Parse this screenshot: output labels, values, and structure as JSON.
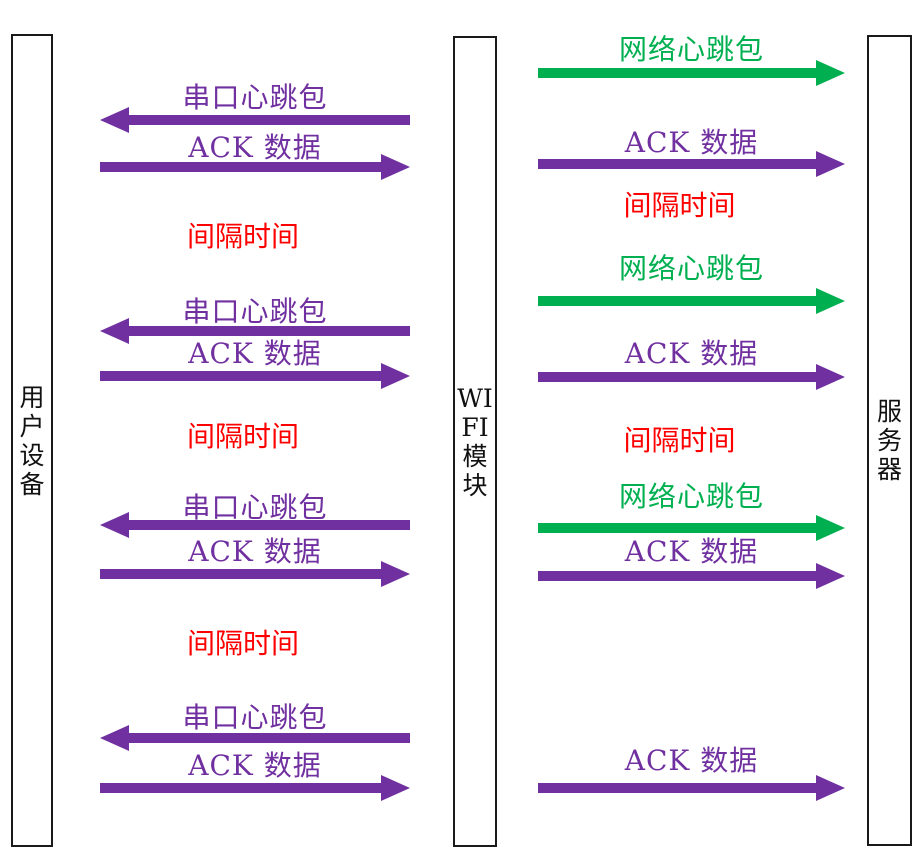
{
  "colors": {
    "purple": "#7030A0",
    "green": "#00B050",
    "red": "#FF0000",
    "line": "#1A1A1A"
  },
  "lifelines": {
    "user_device": {
      "label": "用户设备",
      "lines": [
        "用",
        "户",
        "设",
        "备"
      ]
    },
    "wifi_module": {
      "label": "WIFI模块",
      "lines": [
        "WI",
        "FI",
        "模",
        "块"
      ]
    },
    "server": {
      "label": "服务器",
      "lines": [
        "服",
        "务",
        "器"
      ]
    }
  },
  "left_channel": {
    "items": [
      {
        "label": "串口心跳包",
        "type": "message",
        "direction": "left",
        "color": "purple"
      },
      {
        "label": "ACK 数据",
        "type": "message",
        "direction": "right",
        "color": "purple"
      },
      {
        "label": "间隔时间",
        "type": "interval",
        "color": "red"
      },
      {
        "label": "串口心跳包",
        "type": "message",
        "direction": "left",
        "color": "purple"
      },
      {
        "label": "ACK 数据",
        "type": "message",
        "direction": "right",
        "color": "purple"
      },
      {
        "label": "间隔时间",
        "type": "interval",
        "color": "red"
      },
      {
        "label": "串口心跳包",
        "type": "message",
        "direction": "left",
        "color": "purple"
      },
      {
        "label": "ACK 数据",
        "type": "message",
        "direction": "right",
        "color": "purple"
      },
      {
        "label": "间隔时间",
        "type": "interval",
        "color": "red"
      },
      {
        "label": "串口心跳包",
        "type": "message",
        "direction": "left",
        "color": "purple"
      },
      {
        "label": "ACK 数据",
        "type": "message",
        "direction": "right",
        "color": "purple"
      }
    ]
  },
  "right_channel": {
    "items": [
      {
        "label": "网络心跳包",
        "type": "message",
        "direction": "right",
        "color": "green"
      },
      {
        "label": "ACK 数据",
        "type": "message",
        "direction": "right",
        "color": "purple"
      },
      {
        "label": "间隔时间",
        "type": "interval",
        "color": "red"
      },
      {
        "label": "网络心跳包",
        "type": "message",
        "direction": "right",
        "color": "green"
      },
      {
        "label": "ACK 数据",
        "type": "message",
        "direction": "right",
        "color": "purple"
      },
      {
        "label": "间隔时间",
        "type": "interval",
        "color": "red"
      },
      {
        "label": "网络心跳包",
        "type": "message",
        "direction": "right",
        "color": "green"
      },
      {
        "label": "ACK 数据",
        "type": "message",
        "direction": "right",
        "color": "purple"
      },
      {
        "label": "ACK 数据",
        "type": "message",
        "direction": "right",
        "color": "purple"
      }
    ]
  }
}
